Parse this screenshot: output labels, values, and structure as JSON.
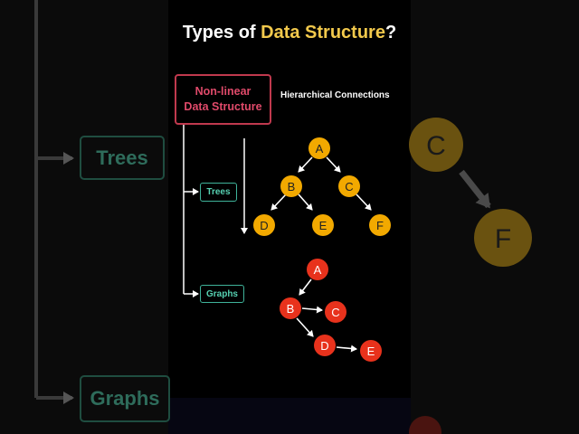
{
  "title": {
    "prefix": "Types of ",
    "highlight": "Data Structure",
    "suffix": "?"
  },
  "category_box": {
    "line1": "Non-linear",
    "line2": "Data Structure"
  },
  "caption": "Hierarchical Connections",
  "tags": {
    "trees": "Trees",
    "graphs": "Graphs"
  },
  "tree_nodes": {
    "a": "A",
    "b": "B",
    "c": "C",
    "d": "D",
    "e": "E",
    "f": "F"
  },
  "graph_nodes": {
    "a": "A",
    "b": "B",
    "c": "C",
    "d": "D",
    "e": "E"
  },
  "background_zoom": {
    "tag_top": "Trees",
    "tag_bottom": "Graphs",
    "node_c": "C",
    "node_f": "F"
  },
  "colors": {
    "tree_node": "#f2a900",
    "graph_node": "#e8321c",
    "title_highlight": "#f2c94c",
    "category_border": "#c0394e",
    "tag": "#3fb39a"
  }
}
